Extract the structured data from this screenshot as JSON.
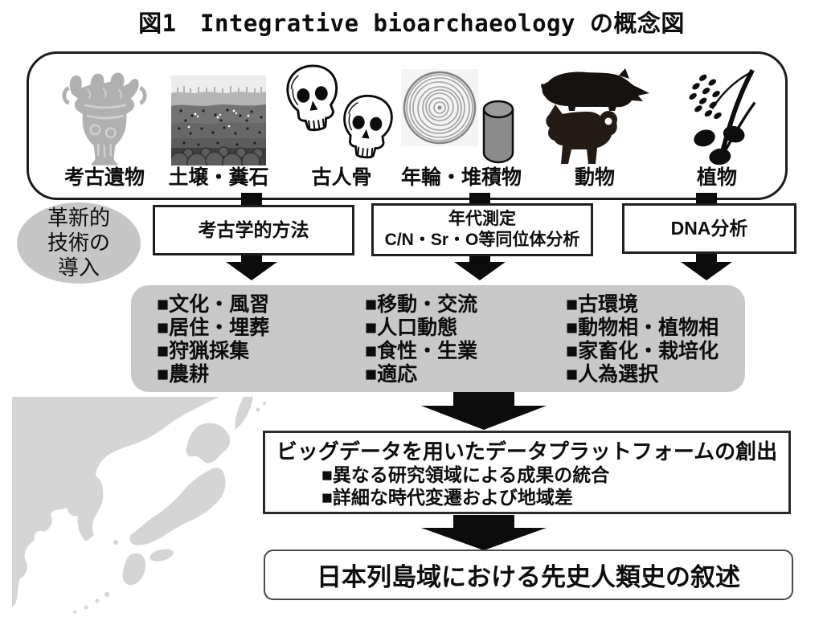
{
  "figure": {
    "title": "図1　Integrative bioarchaeology の概念図"
  },
  "sources": {
    "items": [
      {
        "label": "考古遺物",
        "icon": "jomon-pottery-icon"
      },
      {
        "label": "土壌・糞石",
        "icon": "soil-layers-icon"
      },
      {
        "label": "古人骨",
        "icon": "human-skulls-icon"
      },
      {
        "label": "年輪・堆積物",
        "icon": "tree-ring-sediment-core-icon"
      },
      {
        "label": "動物",
        "icon": "boar-and-dog-icon"
      },
      {
        "label": "植物",
        "icon": "rice-plant-seeds-icon"
      }
    ]
  },
  "innovation": {
    "line1": "革新的",
    "line2": "技術の",
    "line3": "導入"
  },
  "methods": {
    "archaeology": "考古学的方法",
    "dating_line1": "年代測定",
    "dating_line2": "C/N・Sr・O等同位体分析",
    "dna": "DNA分析"
  },
  "topics": {
    "col1": [
      "■文化・風習",
      "■居住・埋葬",
      "■狩猟採集",
      "■農耕"
    ],
    "col2": [
      "■移動・交流",
      "■人口動態",
      "■食性・生業",
      "■適応"
    ],
    "col3": [
      "■古環境",
      "■動物相・植物相",
      "■家畜化・栽培化",
      "■人為選択"
    ]
  },
  "platform": {
    "title": "ビッグデータを用いたデータプラットフォームの創出",
    "bullet1": "■異なる研究領域による成果の統合",
    "bullet2": "■詳細な時代変遷および地域差"
  },
  "outcome": {
    "text": "日本列島域における先史人類史の叙述"
  },
  "colors": {
    "panel_gray": "#c8c8c8",
    "ellipse_gray": "#c6c6c6",
    "map_gray": "#d5d5d5",
    "arrow_black": "#0c0c0c"
  }
}
